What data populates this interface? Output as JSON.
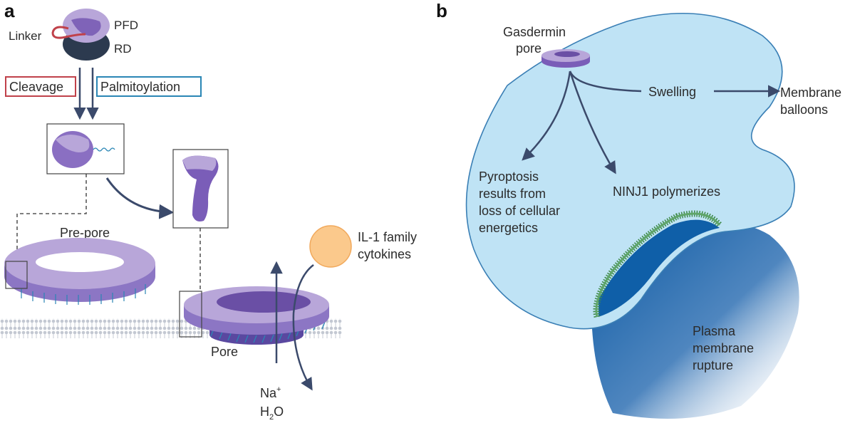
{
  "panel_a": {
    "letter": "a",
    "linker": "Linker",
    "pfd": "PFD",
    "rd": "RD",
    "cleavage": "Cleavage",
    "palmitoylation": "Palmitoylation",
    "pre_pore": "Pre-pore",
    "pore": "Pore",
    "cytokines_line1": "IL-1 family",
    "cytokines_line2": "cytokines",
    "ion_na": "Na",
    "ion_plus": "+",
    "ion_h": "H",
    "ion_sub2": "2",
    "ion_o": "O"
  },
  "panel_b": {
    "letter": "b",
    "gasdermin_line1": "Gasdermin",
    "gasdermin_line2": "pore",
    "swelling": "Swelling",
    "balloons_line1": "Membrane",
    "balloons_line2": "balloons",
    "pyro_line1": "Pyroptosis",
    "pyro_line2": "results from",
    "pyro_line3": "loss of cellular",
    "pyro_line4": "energetics",
    "ninj1": "NINJ1 polymerizes",
    "rupture_line1": "Plasma",
    "rupture_line2": "membrane",
    "rupture_line3": "rupture"
  },
  "colors": {
    "arrow": "#3b4a6b",
    "cleavage_border": "#c0414a",
    "palmitoylation_border": "#2a86b5",
    "gasdermin_light": "#b8a6d9",
    "gasdermin_dark": "#6a4fa5",
    "rd_dark": "#2c3a4f",
    "cell_fill": "#bfe3f5",
    "cell_stroke": "#3a7fb5",
    "rupture_blue": "#0f5fa8",
    "ninj1_green": "#3f8a4a",
    "cytokine_fill": "#fbc98c",
    "membrane_gray": "#c9cdd6"
  }
}
